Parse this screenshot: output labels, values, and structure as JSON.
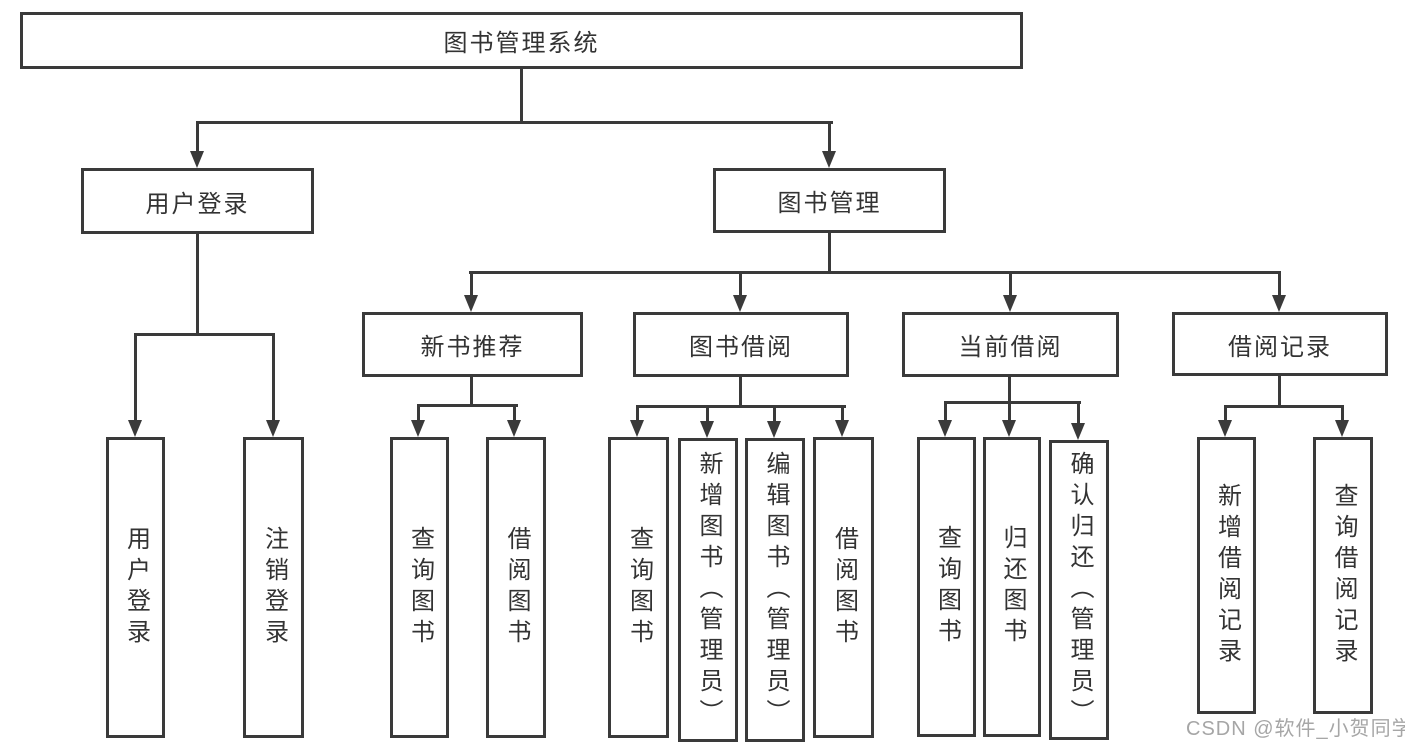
{
  "diagram": {
    "root": {
      "label": "图书管理系统",
      "children": [
        {
          "label": "用户登录",
          "children": [
            {
              "label": "用户登录"
            },
            {
              "label": "注销登录"
            }
          ]
        },
        {
          "label": "图书管理",
          "children": [
            {
              "label": "新书推荐",
              "children": [
                {
                  "label": "查询图书"
                },
                {
                  "label": "借阅图书"
                }
              ]
            },
            {
              "label": "图书借阅",
              "children": [
                {
                  "label": "查询图书"
                },
                {
                  "label": "新增图书（管理员）"
                },
                {
                  "label": "编辑图书（管理员）"
                },
                {
                  "label": "借阅图书"
                }
              ]
            },
            {
              "label": "当前借阅",
              "children": [
                {
                  "label": "查询图书"
                },
                {
                  "label": "归还图书"
                },
                {
                  "label": "确认归还（管理员）"
                }
              ]
            },
            {
              "label": "借阅记录",
              "children": [
                {
                  "label": "新增借阅记录"
                },
                {
                  "label": "查询借阅记录"
                }
              ]
            }
          ]
        }
      ]
    }
  },
  "watermark": {
    "text": "CSDN @软件_小贺同学"
  },
  "colors": {
    "line": "#3a3a3a",
    "text": "#333333",
    "watermark": "#a6a6a6",
    "background": "#ffffff"
  }
}
